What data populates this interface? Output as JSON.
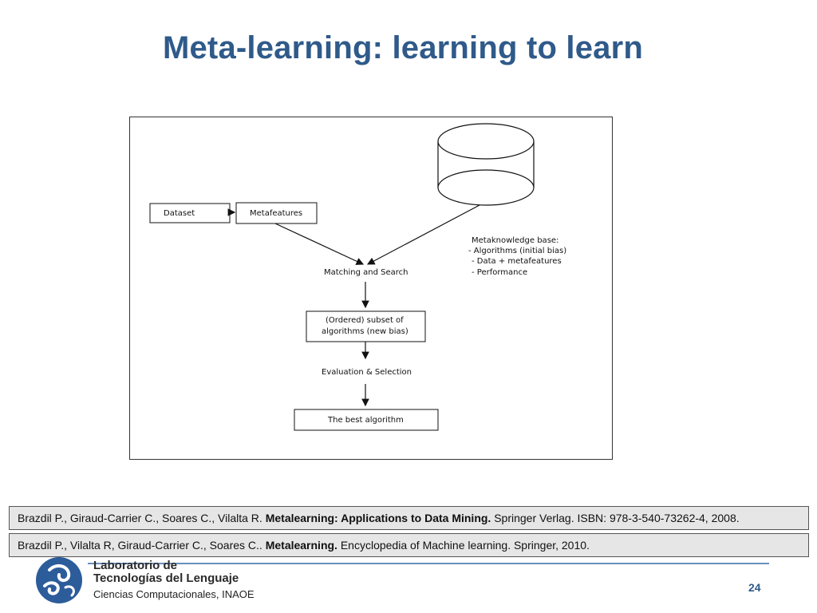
{
  "slide": {
    "title": "Meta-learning: learning to learn",
    "page_number": "24"
  },
  "diagram": {
    "dataset_label": "Dataset",
    "metafeatures_label": "Metafeatures",
    "kb_title": "Metaknowledge base:",
    "kb_items": [
      "- Algorithms (initial bias)",
      "- Data + metafeatures",
      "- Performance"
    ],
    "matching_label": "Matching and Search",
    "subset_line1": "(Ordered) subset of",
    "subset_line2": "algorithms (new bias)",
    "evaluation_label": "Evaluation & Selection",
    "best_label": "The best algorithm"
  },
  "references": [
    {
      "authors": "Brazdil P., Giraud-Carrier C., Soares C., Vilalta R. ",
      "title": "Metalearning: Applications to Data Mining.",
      "rest": " Springer Verlag. ISBN: 978-3-540-73262-4, 2008."
    },
    {
      "authors": "Brazdil P., Vilalta R, Giraud-Carrier C., Soares C.. ",
      "title": "Metalearning.",
      "rest": " Encyclopedia of Machine learning. Springer, 2010."
    }
  ],
  "footer": {
    "lab_line1": "Laboratorio de",
    "lab_line2": "Tecnologías del Lenguaje",
    "lab_sub": "Ciencias Computacionales, INAOE"
  },
  "colors": {
    "title": "#2f5a8a",
    "footer_line": "#6a8fbf",
    "logo_blue": "#2c5c9a"
  }
}
